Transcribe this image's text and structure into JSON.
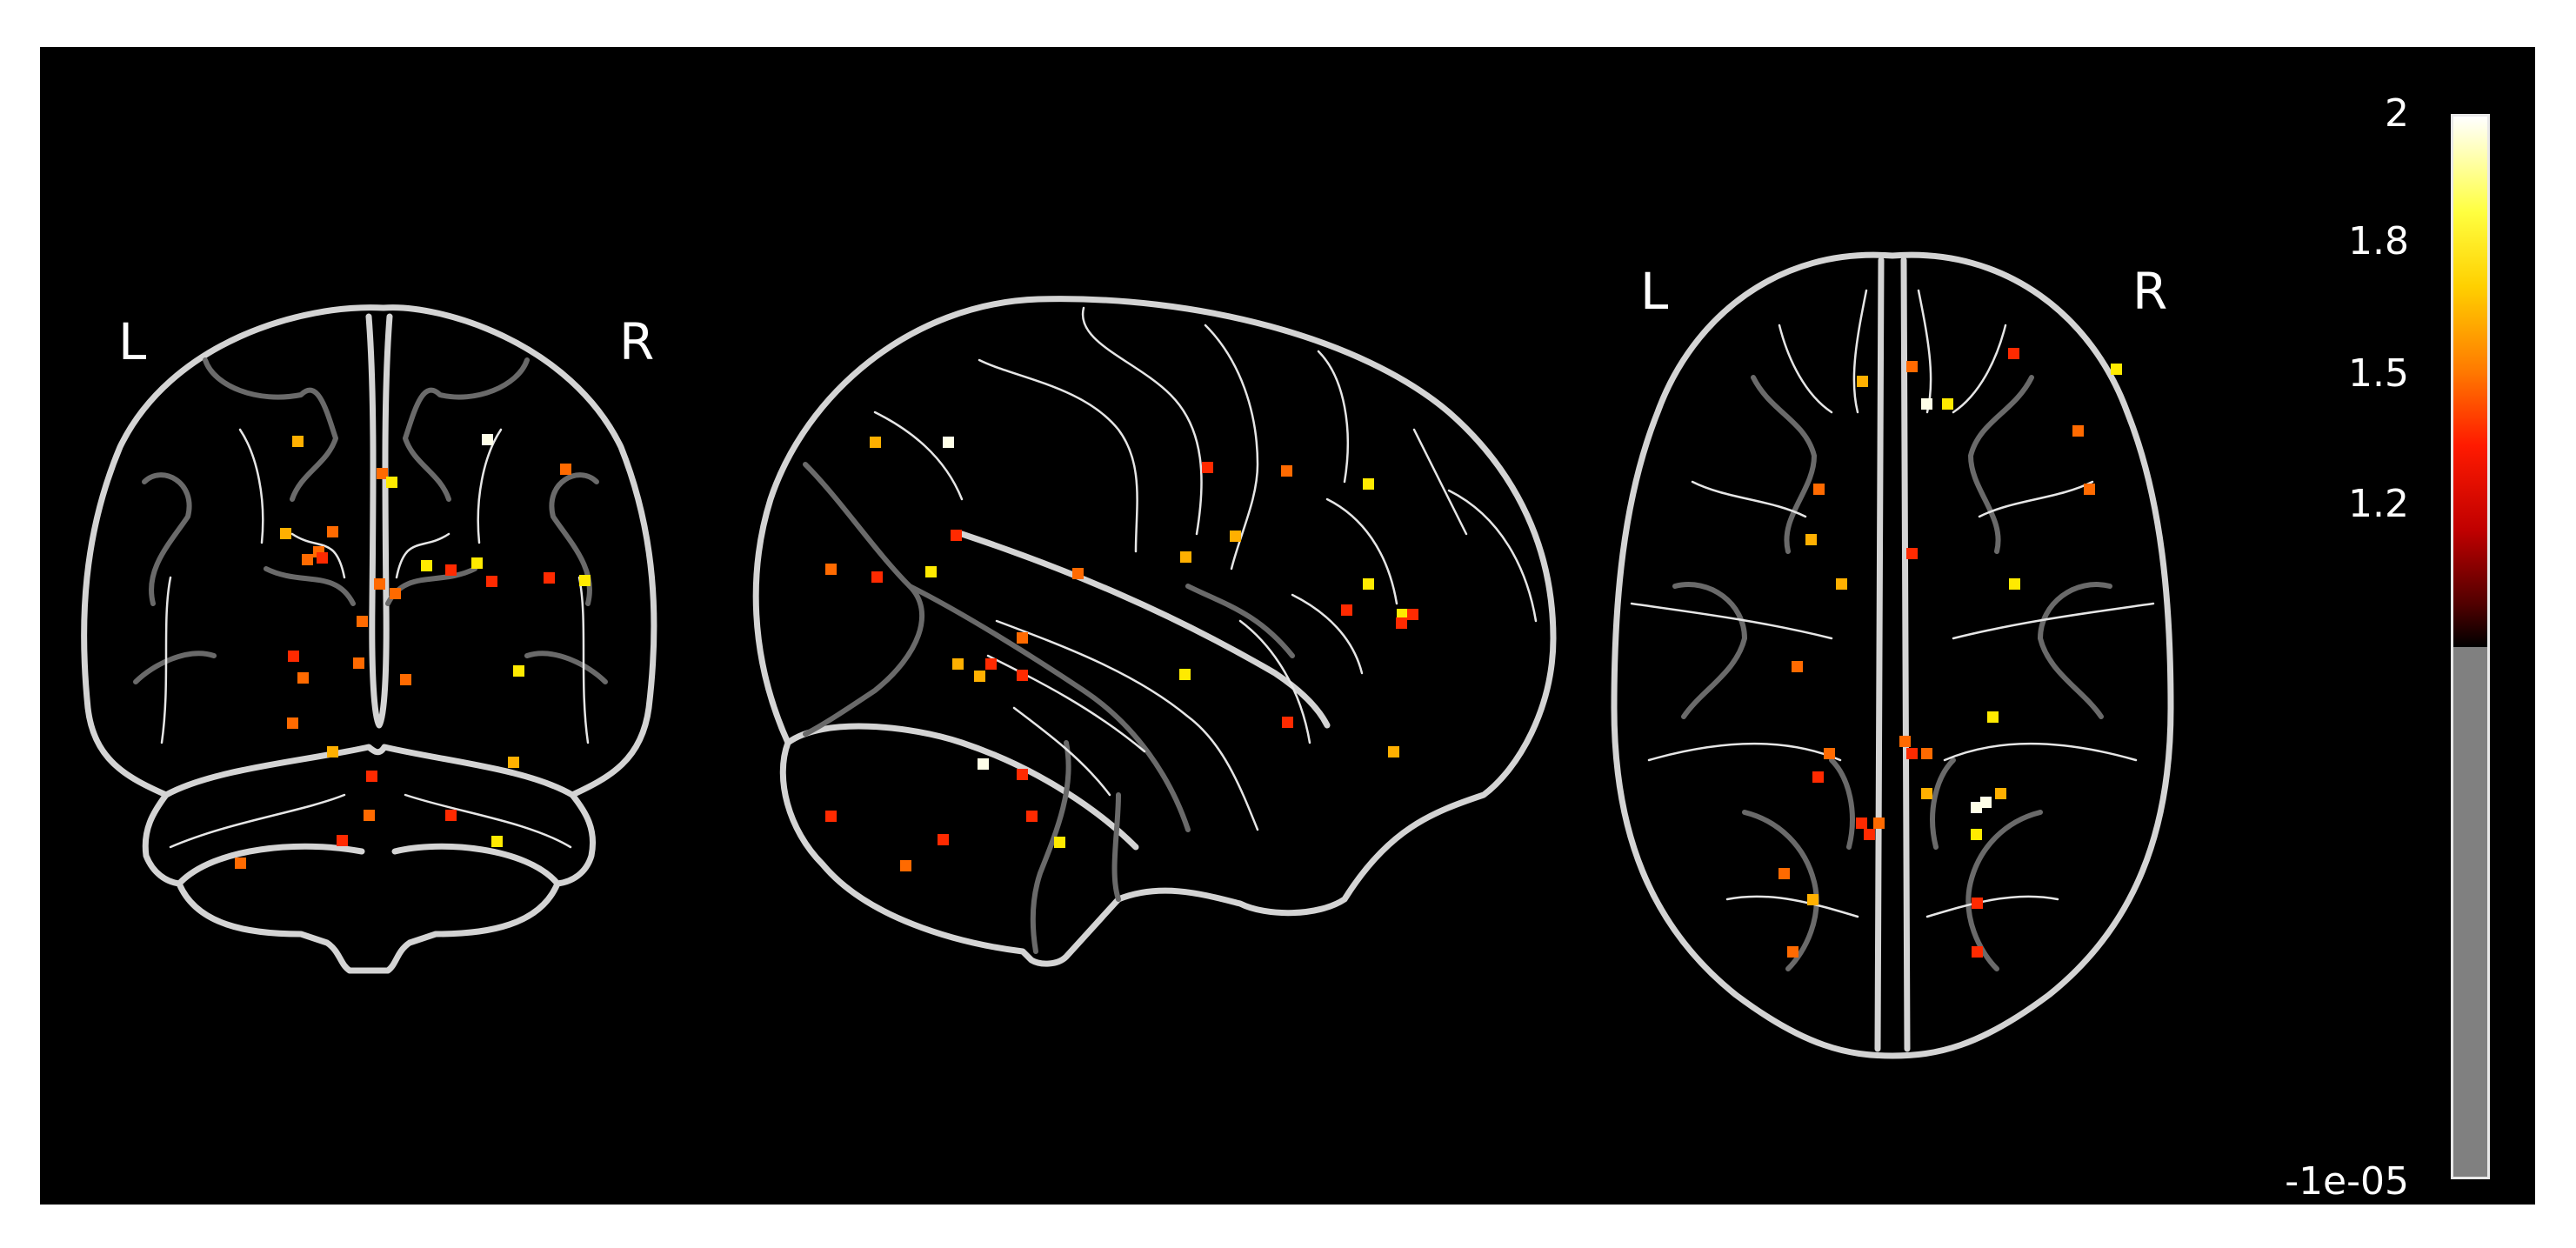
{
  "views": {
    "coronal": {
      "left_label": "L",
      "right_label": "R"
    },
    "axial": {
      "left_label": "L",
      "right_label": "R"
    }
  },
  "colorbar": {
    "ticks": [
      "2",
      "1.8",
      "1.5",
      "1.2",
      "-1e-05"
    ],
    "colors": {
      "high": "#ffffff",
      "mid_high": "#ffff00",
      "mid": "#ff8c00",
      "low": "#ff0000",
      "zero": "#000000",
      "below": "#808080"
    }
  },
  "voxel_palette": {
    "white": "#ffffe8",
    "yellow": "#ffea00",
    "gold": "#ffb000",
    "orange": "#ff6a00",
    "red": "#ff2a00",
    "darkred": "#e61400"
  }
}
